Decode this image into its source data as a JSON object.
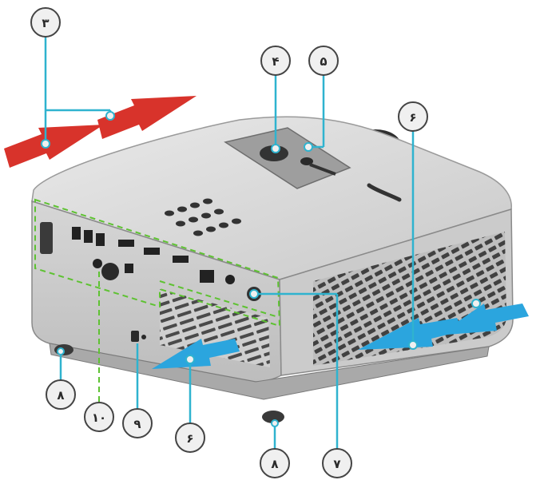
{
  "colors": {
    "leader_line": "#2fb3cf",
    "callout_fill": "#f0f0f0",
    "callout_stroke": "#444444",
    "exhaust_arrow": "#d8332b",
    "intake_arrow": "#2ba5de",
    "io_outline": "#5ec232",
    "body_top": "#d9d9d9",
    "body_side": "#c8c8c8",
    "body_dark": "#4a4a4a"
  },
  "callouts": [
    {
      "id": "c3",
      "label": "۳"
    },
    {
      "id": "c4",
      "label": "۴"
    },
    {
      "id": "c5",
      "label": "۵"
    },
    {
      "id": "c6a",
      "label": "۶"
    },
    {
      "id": "c8a",
      "label": "۸"
    },
    {
      "id": "c10",
      "label": "۱۰"
    },
    {
      "id": "c9",
      "label": "۹"
    },
    {
      "id": "c6b",
      "label": "۶"
    },
    {
      "id": "c8b",
      "label": "۸"
    },
    {
      "id": "c7",
      "label": "۷"
    }
  ],
  "icons": {
    "exhaust": "exhaust-airflow-arrow-icon",
    "intake": "intake-airflow-arrow-icon",
    "lens": "projection-lens-icon",
    "security": "kensington-lock-icon"
  }
}
